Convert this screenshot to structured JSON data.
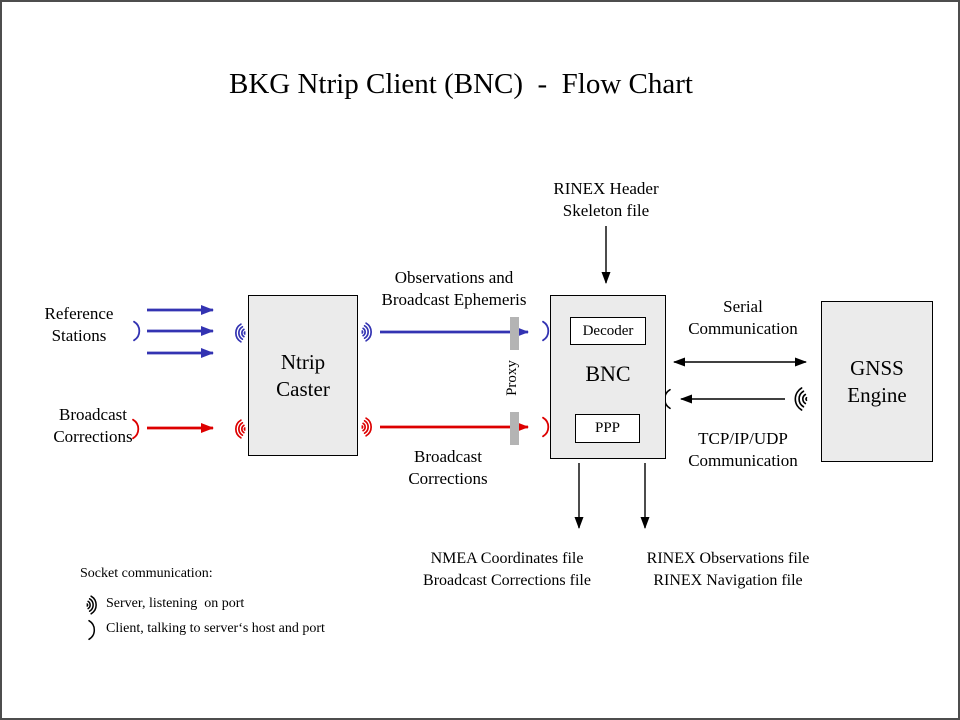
{
  "title": "BKG Ntrip Client (BNC)  -  Flow Chart",
  "colors": {
    "blue": "#3333b2",
    "red": "#dd0000",
    "black": "#000000",
    "box_fill": "#ebebeb",
    "proxy_bar": "#b4b4b4",
    "frame": "#4d4d4d"
  },
  "nodes": {
    "ntrip_caster": {
      "line1": "Ntrip",
      "line2": "Caster"
    },
    "bnc": {
      "label": "BNC",
      "decoder": "Decoder",
      "ppp": "PPP"
    },
    "gnss_engine": {
      "line1": "GNSS",
      "line2": "Engine"
    }
  },
  "labels": {
    "reference_stations": {
      "line1": "Reference",
      "line2": "Stations"
    },
    "broadcast_corrections_input": {
      "line1": "Broadcast",
      "line2": "Corrections"
    },
    "observations_stream": {
      "line1": "Observations and",
      "line2": "Broadcast Ephemeris"
    },
    "corrections_stream": {
      "line1": "Broadcast",
      "line2": "Corrections"
    },
    "rinex_header": {
      "line1": "RINEX Header",
      "line2": "Skeleton file"
    },
    "serial_comm": {
      "line1": "Serial",
      "line2": "Communication"
    },
    "tcp_comm": {
      "line1": "TCP/IP/UDP",
      "line2": "Communication"
    },
    "proxy": "Proxy",
    "nmea_output": {
      "line1": "NMEA Coordinates file",
      "line2": "Broadcast Corrections file"
    },
    "rinex_output": {
      "line1": "RINEX Observations file",
      "line2": "RINEX Navigation file"
    }
  },
  "legend": {
    "heading": "Socket communication:",
    "server_item": "Server, listening  on port",
    "client_item": "Client, talking to server‘s host and port"
  },
  "icons": {
    "server_listening": "socket-server-wave-icon",
    "client_talking": "socket-client-arc-icon"
  }
}
